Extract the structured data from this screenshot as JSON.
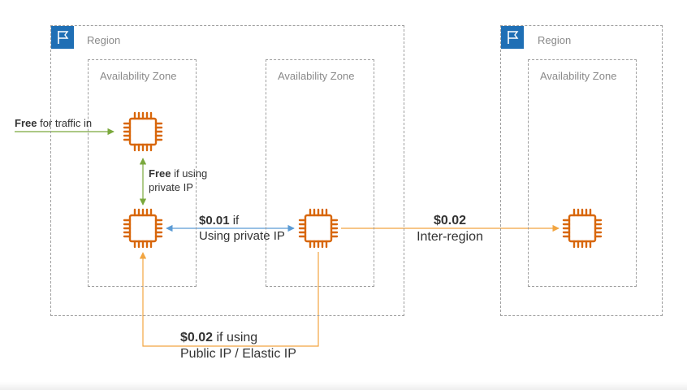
{
  "colors": {
    "chip": "#d8670b",
    "region_flag": "#1f6fb5",
    "arrow_green": "#7aa83c",
    "arrow_blue": "#5b9bd5",
    "arrow_orange": "#f2a541",
    "dashed_border": "#9e9e9e"
  },
  "regions": [
    {
      "label": "Region",
      "icon": "flag-icon"
    },
    {
      "label": "Region",
      "icon": "flag-icon"
    }
  ],
  "zones": [
    {
      "label": "Availability Zone"
    },
    {
      "label": "Availability Zone"
    },
    {
      "label": "Availability Zone"
    }
  ],
  "instances": [
    {
      "icon": "ec2-chip-icon"
    },
    {
      "icon": "ec2-chip-icon"
    },
    {
      "icon": "ec2-chip-icon"
    },
    {
      "icon": "ec2-chip-icon"
    }
  ],
  "labels": {
    "traffic_in_bold": "Free",
    "traffic_in_rest": " for traffic in",
    "private_same_az_bold": "Free",
    "private_same_az_rest": " if using",
    "private_same_az_line2": "private IP",
    "cross_az_bold": "$0.01",
    "cross_az_rest": " if",
    "cross_az_line2": "Using private IP",
    "inter_region_bold": "$0.02",
    "inter_region_line2": "Inter-region",
    "public_bold": "$0.02",
    "public_rest": " if using",
    "public_line2": "Public IP / Elastic IP"
  }
}
